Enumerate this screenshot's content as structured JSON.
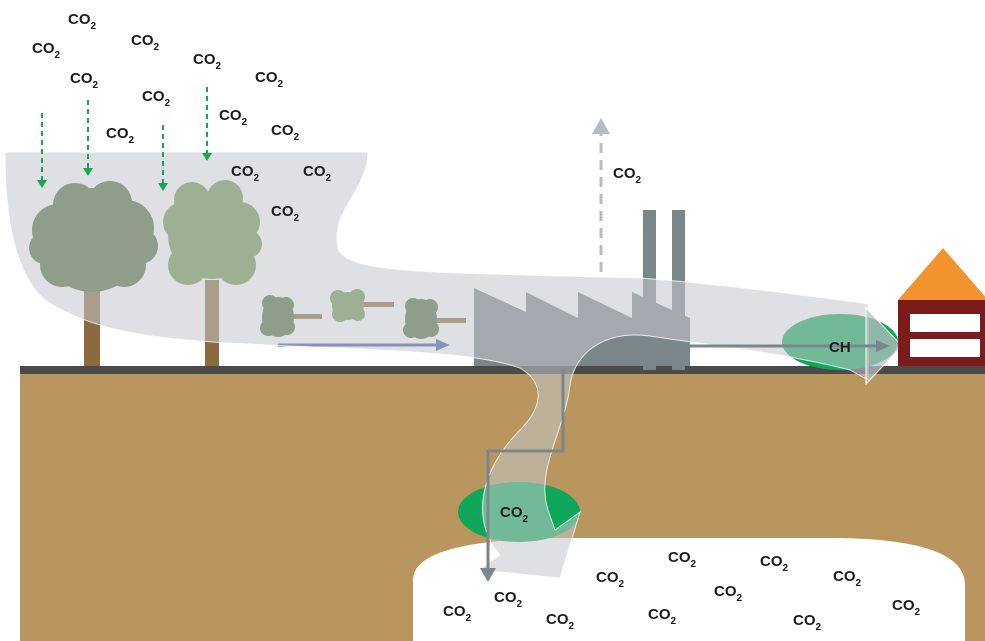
{
  "labels": {
    "co2_main": "CO",
    "co2_sub": "2",
    "ch": "CH"
  },
  "colors": {
    "ground": "#b8965e",
    "ground_line": "#4a4a4a",
    "factory": "#7b868b",
    "tree_dark": "#4e6a3a",
    "tree_light": "#6f9650",
    "trunk": "#8a6a3e",
    "green_pool": "#0fa85a",
    "green_arrow": "#1aa455",
    "blue_arrow": "#3557a0",
    "house_wall": "#7b1b1b",
    "house_roof": "#f2932e",
    "storage": "#ffffff"
  },
  "icons": [
    "tree-icon",
    "log-icon",
    "factory-icon",
    "house-icon",
    "arrow-icon"
  ]
}
